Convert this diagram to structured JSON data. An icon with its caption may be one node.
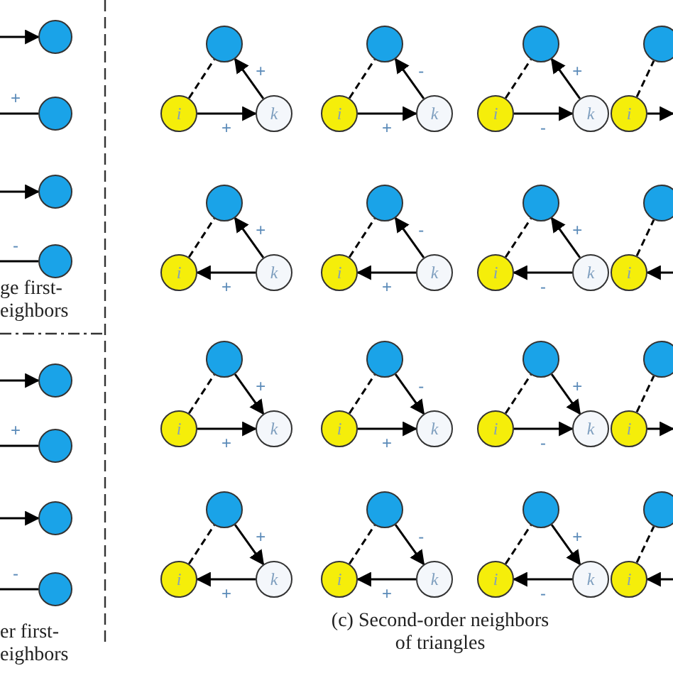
{
  "diagram": {
    "nodes": [
      {
        "text": [],
        "shape": "circle"
      },
      {
        "text": [],
        "shape": "circle"
      },
      {
        "text": [],
        "shape": "circle"
      },
      {
        "text": [],
        "shape": "circle"
      },
      {
        "text": [],
        "shape": "circle"
      },
      {
        "text": [],
        "shape": "circle"
      },
      {
        "text": [],
        "shape": "circle"
      },
      {
        "text": [],
        "shape": "circle"
      },
      {
        "text": [],
        "shape": "circle"
      },
      {
        "text": [
          "i"
        ]
      },
      {
        "text": [
          "k"
        ]
      },
      {
        "text": [],
        "shape": "circle"
      },
      {
        "text": [
          "i"
        ]
      },
      {
        "text": [
          "k"
        ]
      },
      {
        "text": [],
        "shape": "circle"
      },
      {
        "text": [
          "i"
        ]
      },
      {
        "text": [
          "k"
        ]
      },
      {
        "text": [],
        "shape": "circle"
      },
      {
        "text": [
          "i"
        ]
      },
      {
        "text": [],
        "shape": "circle"
      },
      {
        "text": [
          "i"
        ]
      },
      {
        "text": [
          "k"
        ]
      },
      {
        "text": [],
        "shape": "circle"
      },
      {
        "text": [
          "i"
        ]
      },
      {
        "text": [
          "k"
        ]
      },
      {
        "text": [],
        "shape": "circle"
      },
      {
        "text": [
          "i"
        ]
      },
      {
        "text": [
          "k"
        ]
      },
      {
        "text": [],
        "shape": "circle"
      },
      {
        "text": [
          "i"
        ]
      },
      {
        "text": [],
        "shape": "circle"
      },
      {
        "text": [
          "i"
        ]
      },
      {
        "text": [
          "k"
        ]
      },
      {
        "text": [],
        "shape": "circle"
      },
      {
        "text": [
          "i"
        ]
      },
      {
        "text": [
          "k"
        ]
      },
      {
        "text": [],
        "shape": "circle"
      },
      {
        "text": [
          "i"
        ]
      },
      {
        "text": [
          "k"
        ]
      },
      {
        "text": [],
        "shape": "circle"
      },
      {
        "text": [
          "i"
        ]
      },
      {
        "text": [],
        "shape": "circle"
      },
      {
        "text": [
          "i"
        ]
      },
      {
        "text": [
          "k"
        ]
      },
      {
        "text": [],
        "shape": "circle"
      },
      {
        "text": [
          "i"
        ]
      },
      {
        "text": [
          "k"
        ]
      },
      {
        "text": [],
        "shape": "circle"
      },
      {
        "text": [
          "i"
        ]
      },
      {
        "text": [
          "k"
        ]
      },
      {
        "text": [],
        "shape": "circle"
      },
      {
        "text": [
          "i"
        ]
      }
    ],
    "edges": [
      {
        "from": null,
        "to": 0,
        "arrow": "to"
      },
      {
        "from": null,
        "to": 1,
        "arrow": "none",
        "label": "+"
      },
      {
        "from": null,
        "to": 2,
        "arrow": "to"
      },
      {
        "from": null,
        "to": 3,
        "arrow": "none",
        "label": "-"
      },
      {
        "from": null,
        "to": 4,
        "arrow": "to"
      },
      {
        "from": null,
        "to": 5,
        "arrow": "none",
        "label": "+"
      },
      {
        "from": null,
        "to": 6,
        "arrow": "to"
      },
      {
        "from": null,
        "to": 7,
        "arrow": "none",
        "label": "-"
      },
      {
        "from": 9,
        "to": 8,
        "arrow": "none",
        "style": "dashed"
      },
      {
        "from": 10,
        "to": 8,
        "arrow": "to",
        "label": "+"
      },
      {
        "from": 9,
        "to": 10,
        "arrow": "to",
        "label": "+"
      },
      {
        "from": 12,
        "to": 11,
        "arrow": "none",
        "style": "dashed"
      },
      {
        "from": 13,
        "to": 11,
        "arrow": "to",
        "label": "-"
      },
      {
        "from": 12,
        "to": 13,
        "arrow": "to",
        "label": "+"
      },
      {
        "from": 15,
        "to": 14,
        "arrow": "none",
        "style": "dashed"
      },
      {
        "from": 16,
        "to": 14,
        "arrow": "to",
        "label": "+"
      },
      {
        "from": 15,
        "to": 16,
        "arrow": "to",
        "label": "-"
      },
      {
        "from": 18,
        "to": 17,
        "arrow": "none",
        "style": "dashed"
      },
      {
        "from": 18,
        "to": null,
        "arrow": "to"
      },
      {
        "from": 20,
        "to": 19,
        "arrow": "none",
        "style": "dashed"
      },
      {
        "from": 21,
        "to": 19,
        "arrow": "to",
        "label": "+"
      },
      {
        "from": 21,
        "to": 20,
        "arrow": "to",
        "label": "+"
      },
      {
        "from": 23,
        "to": 22,
        "arrow": "none",
        "style": "dashed"
      },
      {
        "from": 24,
        "to": 22,
        "arrow": "to",
        "label": "-"
      },
      {
        "from": 24,
        "to": 23,
        "arrow": "to",
        "label": "+"
      },
      {
        "from": 26,
        "to": 25,
        "arrow": "none",
        "style": "dashed"
      },
      {
        "from": 27,
        "to": 25,
        "arrow": "to",
        "label": "+"
      },
      {
        "from": 27,
        "to": 26,
        "arrow": "to",
        "label": "-"
      },
      {
        "from": 29,
        "to": 28,
        "arrow": "none",
        "style": "dashed"
      },
      {
        "from": null,
        "to": 29,
        "arrow": "to"
      },
      {
        "from": 31,
        "to": 30,
        "arrow": "none",
        "style": "dashed"
      },
      {
        "from": 30,
        "to": 32,
        "arrow": "to",
        "label": "+"
      },
      {
        "from": 31,
        "to": 32,
        "arrow": "to",
        "label": "+"
      },
      {
        "from": 34,
        "to": 33,
        "arrow": "none",
        "style": "dashed"
      },
      {
        "from": 33,
        "to": 35,
        "arrow": "to",
        "label": "-"
      },
      {
        "from": 34,
        "to": 35,
        "arrow": "to",
        "label": "+"
      },
      {
        "from": 37,
        "to": 36,
        "arrow": "none",
        "style": "dashed"
      },
      {
        "from": 36,
        "to": 38,
        "arrow": "to",
        "label": "+"
      },
      {
        "from": 37,
        "to": 38,
        "arrow": "to",
        "label": "-"
      },
      {
        "from": 40,
        "to": 39,
        "arrow": "none",
        "style": "dashed"
      },
      {
        "from": 40,
        "to": null,
        "arrow": "to"
      },
      {
        "from": 42,
        "to": 41,
        "arrow": "none",
        "style": "dashed"
      },
      {
        "from": 41,
        "to": 43,
        "arrow": "to",
        "label": "+"
      },
      {
        "from": 43,
        "to": 42,
        "arrow": "to",
        "label": "+"
      },
      {
        "from": 45,
        "to": 44,
        "arrow": "none",
        "style": "dashed"
      },
      {
        "from": 44,
        "to": 46,
        "arrow": "to",
        "label": "-"
      },
      {
        "from": 46,
        "to": 45,
        "arrow": "to",
        "label": "+"
      },
      {
        "from": 48,
        "to": 47,
        "arrow": "none",
        "style": "dashed"
      },
      {
        "from": 47,
        "to": 49,
        "arrow": "to",
        "label": "+"
      },
      {
        "from": 49,
        "to": 48,
        "arrow": "to",
        "label": "-"
      },
      {
        "from": 51,
        "to": 50,
        "arrow": "none",
        "style": "dashed"
      },
      {
        "from": null,
        "to": 51,
        "arrow": "to"
      }
    ],
    "labels": [
      "ge first- eighbors",
      "er first- eighbors",
      "(c) Second-order neighbors of triangles"
    ]
  }
}
